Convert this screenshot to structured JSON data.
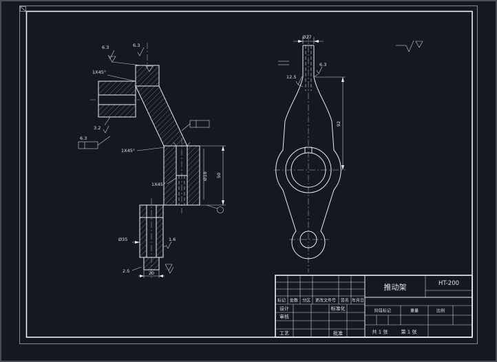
{
  "drawing": {
    "part_name": "推动架",
    "material": "HT-200",
    "left_view": {
      "rough_top_left": "6.3",
      "rough_top_right": "6.3",
      "rough_side": "6.3",
      "rough_mid": "3.2",
      "rough_boss": "1.6",
      "chamfer_top": "1X45°",
      "chamfer_hub": "1X45°",
      "chamfer_bore": "1X45°",
      "dim_bore": "Ø10",
      "dim_height": "50",
      "dim_boss_dia": "Ø35",
      "dim_step": "20",
      "dim_edge": "2.5"
    },
    "right_view": {
      "dim_top_dia": "Ø27",
      "rough_left": "12.5",
      "rough_right": "6.3",
      "dim_height": "92"
    },
    "title_block": {
      "part_name": "推动架",
      "material": "HT-200",
      "col_mark": "标记",
      "col_count": "处数",
      "col_zone": "分区",
      "col_file": "更改文件号",
      "col_sign": "签名",
      "col_date": "年月日",
      "row_design": "设计",
      "row_check": "审核",
      "row_process": "工艺",
      "cell_standard": "标准化",
      "cell_approve": "批准",
      "stage_mark": "阶段标记",
      "weight": "重量",
      "scale": "比例",
      "sheet_total": "共 1 张",
      "sheet_index": "第 1 张"
    }
  }
}
